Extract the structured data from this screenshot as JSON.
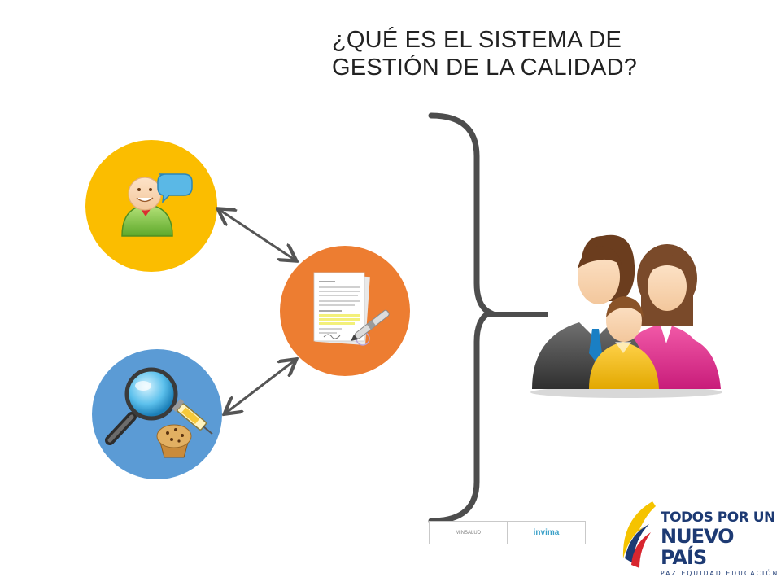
{
  "title": {
    "line1": "¿QUÉ ES EL SISTEMA DE",
    "line2": "GESTIÓN DE LA CALIDAD?"
  },
  "nodes": [
    {
      "id": "user",
      "icon": "user-speech-icon",
      "color": "#fbbd00"
    },
    {
      "id": "document",
      "icon": "signed-document-icon",
      "color": "#ed7d31"
    },
    {
      "id": "inspection",
      "icon": "magnifier-food-syringe-icon",
      "color": "#5b9bd5"
    },
    {
      "id": "family",
      "icon": "family-icon"
    }
  ],
  "colors": {
    "connector": "#555555",
    "bracket": "#4d4d4d"
  },
  "footer": {
    "minsalud_label": "MINSALUD",
    "invima_label": "invima",
    "brand_line1": "TODOS POR UN",
    "brand_line2": "NUEVO PAÍS",
    "brand_line3": "PAZ EQUIDAD EDUCACIÓN"
  }
}
